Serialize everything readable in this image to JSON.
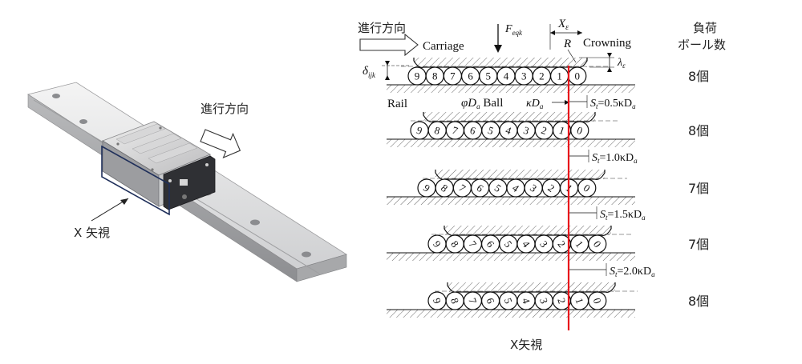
{
  "left": {
    "direction_label": "進行方向",
    "view_label": "X 矢視"
  },
  "right": {
    "direction_label": "進行方向",
    "load_header_1": "負荷",
    "load_header_2": "ボール数",
    "carriage_label": "Carriage",
    "crowning_label": "Crowning",
    "rail_label": "Rail",
    "force_label": "F",
    "force_sub": "eqk",
    "x_label": "X",
    "x_sub": "ε",
    "r_label": "R",
    "lambda_label": "λ",
    "lambda_sub": "ε",
    "delta_label": "δ",
    "delta_sub": "ijk",
    "ball_label_pre": "φD",
    "ball_label_sub": "a",
    "ball_label_post": " Ball",
    "kappa_label": "κD",
    "kappa_sub": "a",
    "bottom_label": "X矢視",
    "rows": [
      {
        "count_label": "8個",
        "s_pre": "S",
        "s_sub": "t",
        "s_post": "=0.5κD",
        "s_post_sub": "a",
        "balls": [
          "9",
          "8",
          "7",
          "6",
          "5",
          "4",
          "3",
          "2",
          "1",
          "0"
        ]
      },
      {
        "count_label": "8個",
        "s_pre": "S",
        "s_sub": "t",
        "s_post": "=1.0κD",
        "s_post_sub": "a",
        "balls": [
          "9",
          "8",
          "7",
          "6",
          "5",
          "4",
          "3",
          "2",
          "1",
          "0"
        ]
      },
      {
        "count_label": "7個",
        "s_pre": "S",
        "s_sub": "t",
        "s_post": "=1.5κD",
        "s_post_sub": "a",
        "balls": [
          "9",
          "8",
          "7",
          "6",
          "5",
          "4",
          "3",
          "2",
          "1",
          "0"
        ]
      },
      {
        "count_label": "7個",
        "s_pre": "S",
        "s_sub": "t",
        "s_post": "=2.0κD",
        "s_post_sub": "a",
        "balls": [
          "9",
          "8",
          "7",
          "6",
          "5",
          "4",
          "3",
          "2",
          "1",
          "0"
        ]
      },
      {
        "count_label": "8個",
        "s_pre": "",
        "s_sub": "",
        "s_post": "",
        "s_post_sub": "",
        "balls": [
          "9",
          "8",
          "7",
          "6",
          "5",
          "4",
          "3",
          "2",
          "1",
          "0"
        ]
      }
    ]
  },
  "colors": {
    "highlight_line": "#e8151b",
    "view_box": "#1f2f5a"
  }
}
